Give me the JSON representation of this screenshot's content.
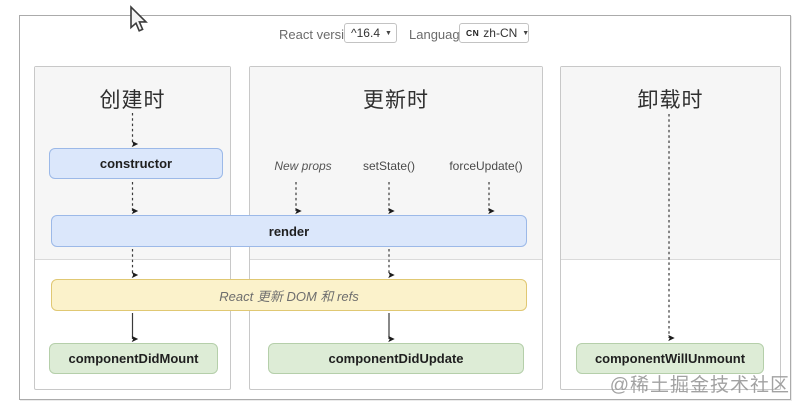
{
  "toolbar": {
    "react_version_label": "React version",
    "react_version_value": "^16.4",
    "language_label": "Language",
    "language_flag": "CN",
    "language_value": "zh-CN",
    "caret": "▼"
  },
  "diagram": {
    "columns": [
      {
        "title": "创建时"
      },
      {
        "title": "更新时",
        "triggers": [
          "New props",
          "setState()",
          "forceUpdate()"
        ]
      },
      {
        "title": "卸载时"
      }
    ],
    "boxes": {
      "constructor": "constructor",
      "render": "render",
      "react_dom_update": "React 更新 DOM 和 refs",
      "did_mount": "componentDidMount",
      "did_update": "componentDidUpdate",
      "will_unmount": "componentWillUnmount"
    }
  },
  "watermark": "@稀土掘金技术社区",
  "colors": {
    "lifecycle_blue_bg": "#dbe7fb",
    "lifecycle_blue_border": "#9cb9e8",
    "side_effect_yellow_bg": "#fbf2cb",
    "side_effect_yellow_border": "#e0c873",
    "commit_green_bg": "#ddecd6",
    "commit_green_border": "#b5cfaa",
    "phase_top_bg": "#f6f6f6",
    "panel_border": "#c8c8c8"
  }
}
